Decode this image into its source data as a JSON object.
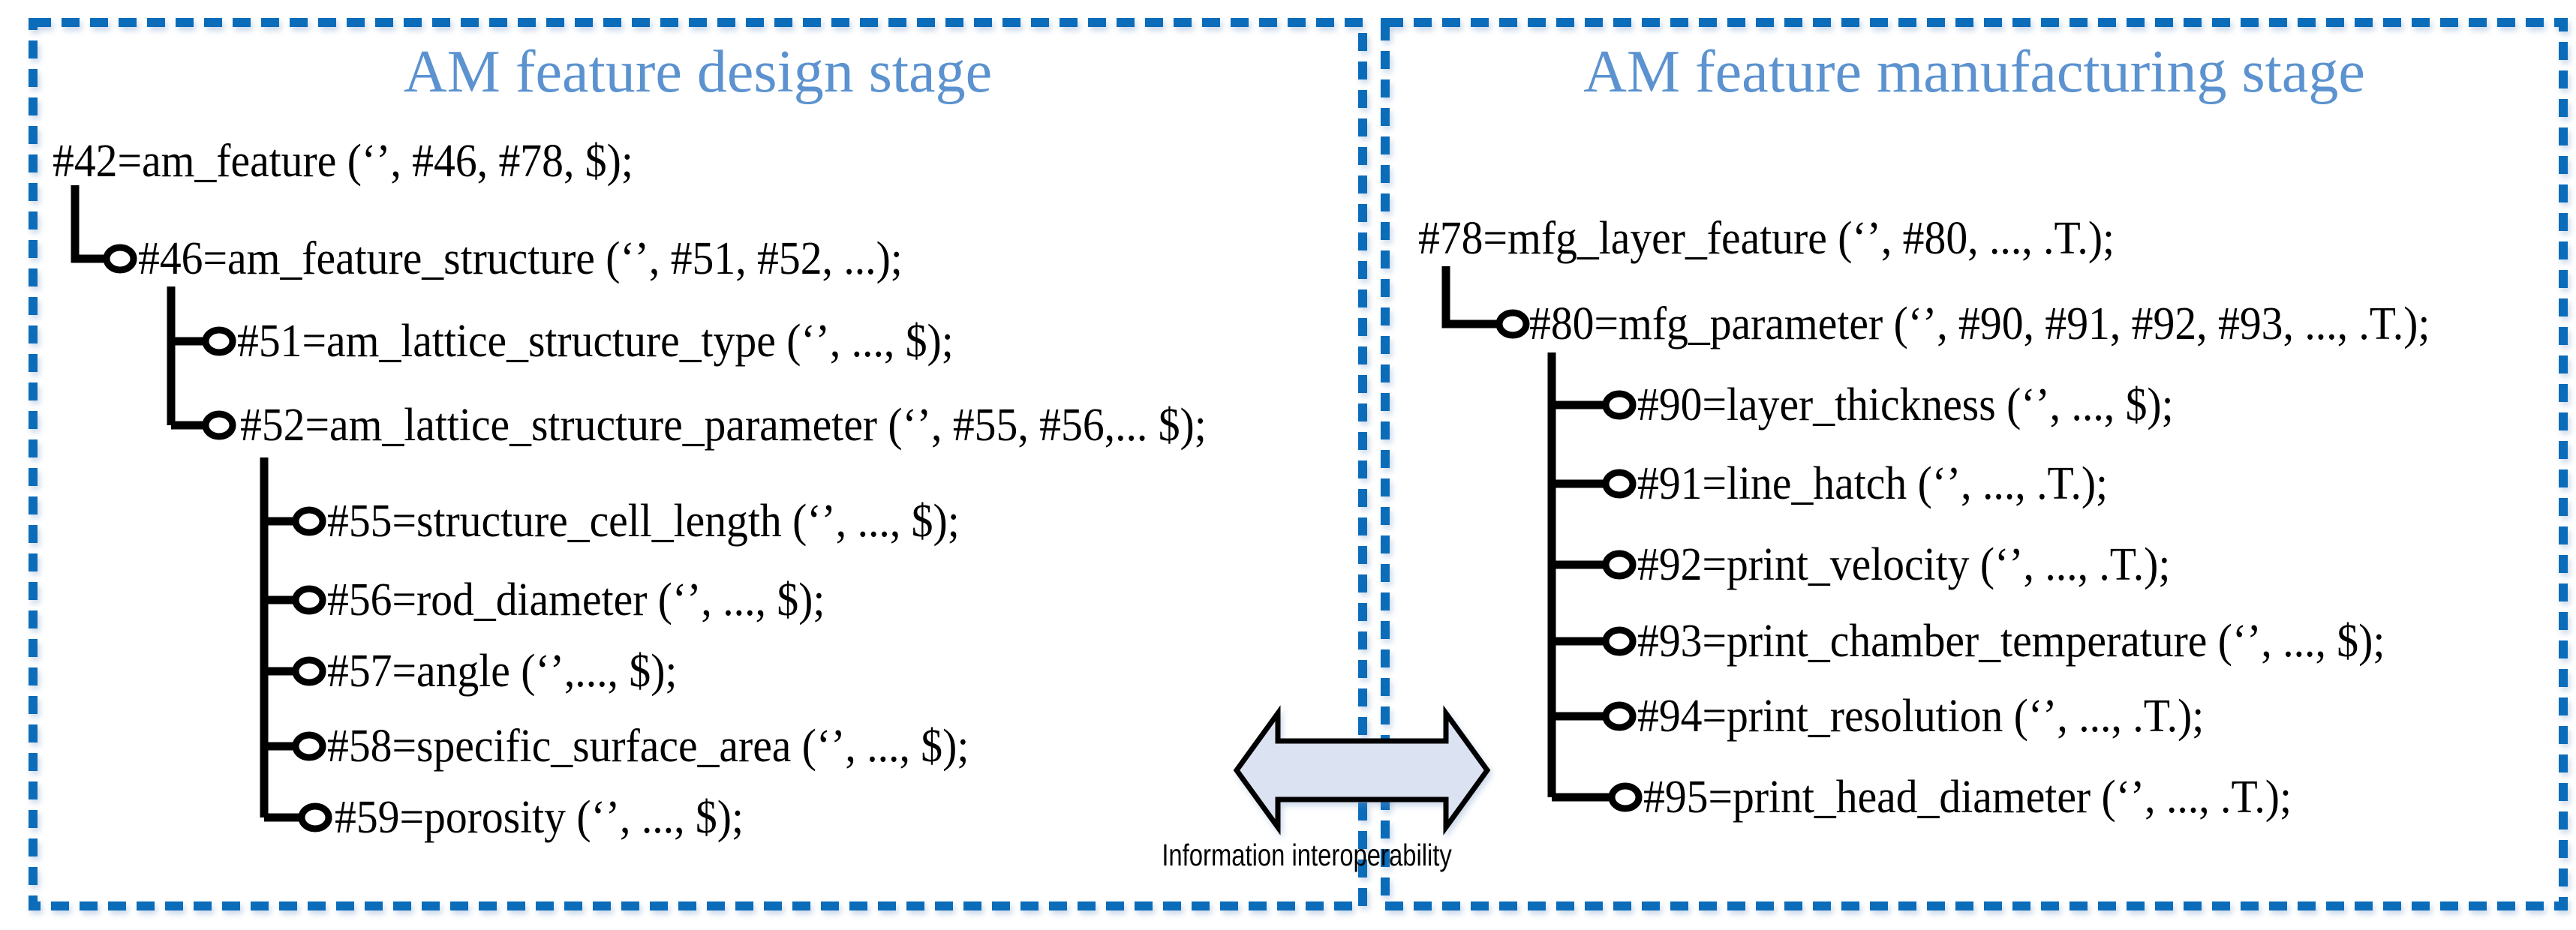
{
  "design_panel": {
    "title": "AM feature design stage",
    "nodes": [
      {
        "ref": "#42",
        "text": "#42=am_feature (‘’, #46, #78, $);"
      },
      {
        "ref": "#46",
        "text": "#46=am_feature_structure (‘’, #51, #52, ...);"
      },
      {
        "ref": "#51",
        "text": "#51=am_lattice_structure_type (‘’, ..., $);"
      },
      {
        "ref": "#52",
        "text": "#52=am_lattice_structure_parameter (‘’, #55, #56,... $);"
      },
      {
        "ref": "#55",
        "text": "#55=structure_cell_length (‘’, ..., $);"
      },
      {
        "ref": "#56",
        "text": "#56=rod_diameter (‘’, ..., $);"
      },
      {
        "ref": "#57",
        "text": "#57=angle (‘’,..., $);"
      },
      {
        "ref": "#58",
        "text": "#58=specific_surface_area (‘’, ..., $);"
      },
      {
        "ref": "#59",
        "text": "#59=porosity (‘’, ..., $);"
      }
    ]
  },
  "manufacturing_panel": {
    "title": "AM feature manufacturing stage",
    "nodes": [
      {
        "ref": "#78",
        "text": "#78=mfg_layer_feature (‘’, #80, ..., .T.);"
      },
      {
        "ref": "#80",
        "text": "#80=mfg_parameter (‘’, #90, #91, #92, #93, ..., .T.);"
      },
      {
        "ref": "#90",
        "text": "#90=layer_thickness (‘’, ..., $);"
      },
      {
        "ref": "#91",
        "text": "#91=line_hatch (‘’, ..., .T.);"
      },
      {
        "ref": "#92",
        "text": "#92=print_velocity (‘’, ..., .T.);"
      },
      {
        "ref": "#93",
        "text": "#93=print_chamber_temperature (‘’, ..., $);"
      },
      {
        "ref": "#94",
        "text": "#94=print_resolution (‘’, ..., .T.);"
      },
      {
        "ref": "#95",
        "text": "#95=print_head_diameter (‘’, ..., .T.);"
      }
    ]
  },
  "connector": {
    "label": "Information interoperability"
  },
  "colors": {
    "panel_border": "#0b6cba",
    "title": "#5b92cf",
    "arrow_fill": "#dbe2f2",
    "arrow_stroke": "#000000",
    "text": "#000000"
  }
}
